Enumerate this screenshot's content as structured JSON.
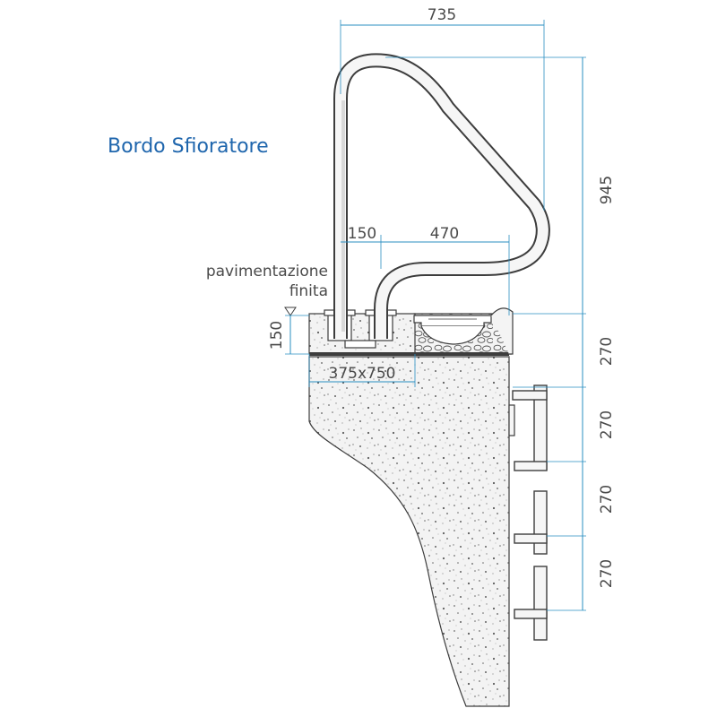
{
  "title": "Bordo Sfioratore",
  "labels": {
    "floor_line1": "pavimentazione",
    "floor_line2": "finita"
  },
  "dimensions": {
    "width_total": "735",
    "height_total": "945",
    "anchor_offset": "150",
    "anchor_spacing": "470",
    "floor_depth": "150",
    "anchor_box": "375x750",
    "step_1": "270",
    "step_2": "270",
    "step_3": "270",
    "step_4": "270"
  },
  "colors": {
    "title": "#1f66ad",
    "dimension_lines": "#2a8fc2",
    "outline": "#3d3d3d",
    "concrete": "#f2f2f2"
  }
}
